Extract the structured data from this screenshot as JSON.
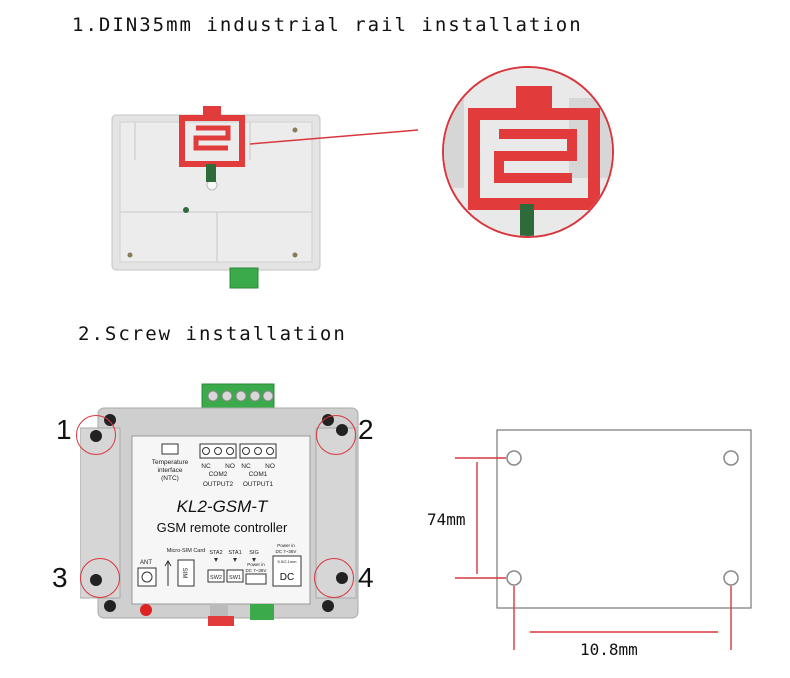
{
  "headings": {
    "din_rail": "1.DIN35mm industrial rail installation",
    "screw": "2.Screw installation"
  },
  "hole_markers": [
    "1",
    "2",
    "3",
    "4"
  ],
  "device": {
    "temp_label_1": "Temperature",
    "temp_label_2": "interface",
    "temp_label_3": "(NTC)",
    "nc2": "NC",
    "no2": "NO",
    "com2": "COM2",
    "output2": "OUTPUT2",
    "nc1": "NC",
    "no1": "NO",
    "com1": "COM1",
    "output1": "OUTPUT1",
    "model": "KL2-GSM-T",
    "subtitle": "GSM remote controller",
    "ant": "ANT",
    "sim_card": "Micro-SIM Card",
    "sim": "SIM",
    "sta2": "STA2",
    "sta1": "STA1",
    "sig": "SIG",
    "sw2": "SW2",
    "sw1": "SW1",
    "power_small": "Power in",
    "power_small_2": "DC 7~36V",
    "power_top": "Power in",
    "power_top_2": "DC 7~36V",
    "dc_plug": "5.5/2.1mm",
    "dc": "DC"
  },
  "dimensions": {
    "height": "74mm",
    "width": "10.8mm"
  },
  "colors": {
    "rail_clip": "#e23b3b",
    "callout_circle": "#d9363e",
    "dimension_line": "#d9363e",
    "terminal_green": "#3aaa4a",
    "housing": "#d8d8d8"
  }
}
